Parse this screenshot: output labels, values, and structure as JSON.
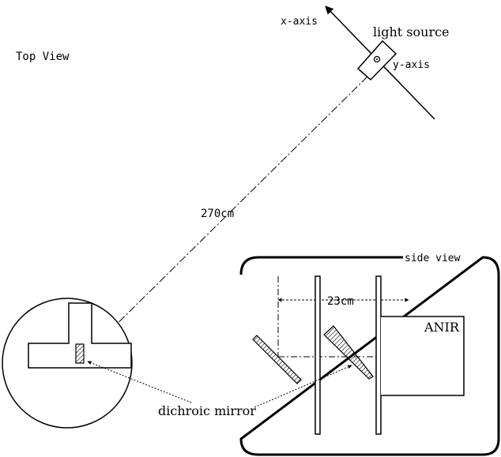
{
  "labels": {
    "top_view": "Top View",
    "x_axis": "x-axis",
    "y_axis": "y-axis",
    "light_source": "light source",
    "distance_long": "270cm",
    "side_view": "side view",
    "distance_short": "23cm",
    "anir": "ANIR",
    "dichroic_mirror": "dichroic mirror"
  }
}
